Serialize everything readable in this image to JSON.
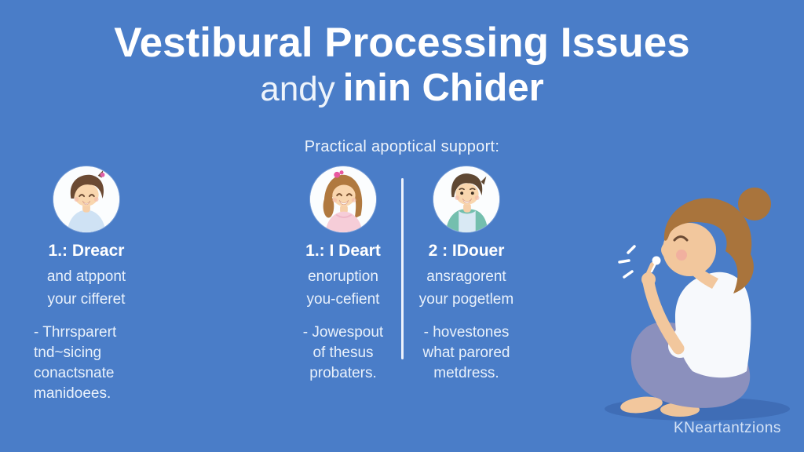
{
  "title": {
    "line1": "Vestibural Processing Issues",
    "line2_light": "andy",
    "line2_bold": "inin Chider"
  },
  "subtitle": "Practical apoptical support:",
  "columns": [
    {
      "heading": "1.: Dreacr",
      "lines": [
        "and atppont",
        "your cifferet"
      ],
      "bullet_lines": [
        "- Thrrsparert",
        "tnd~sicing",
        "conactsnate",
        "manidoees."
      ]
    },
    {
      "heading": "1.: I Deart",
      "lines": [
        "enoruption",
        "you-cefient"
      ],
      "bullet_lines": [
        "- Jowespout",
        "of thesus",
        "probaters."
      ]
    },
    {
      "heading": "2 : IDouer",
      "lines": [
        "ansragorent",
        "your pogetlem"
      ],
      "bullet_lines": [
        "- hovestones",
        "what parored",
        "metdress."
      ]
    }
  ],
  "watermark": "KNeartantzions",
  "icons": {
    "column1_avatar": "boy-with-blue-shirt-avatar",
    "column2_avatar": "girl-with-pink-bow-avatar",
    "column3_avatar": "boy-with-teal-cardigan-avatar",
    "right_illustration": "girl-sitting-blowing-dandelion"
  },
  "colors": {
    "background": "#4a7dc8",
    "title_text": "#ffffff",
    "body_text": "#e9f1fb",
    "divider": "#f5f9ff",
    "ground_shadow": "#3f6db6",
    "watermark_text": "#d5e3f6"
  }
}
